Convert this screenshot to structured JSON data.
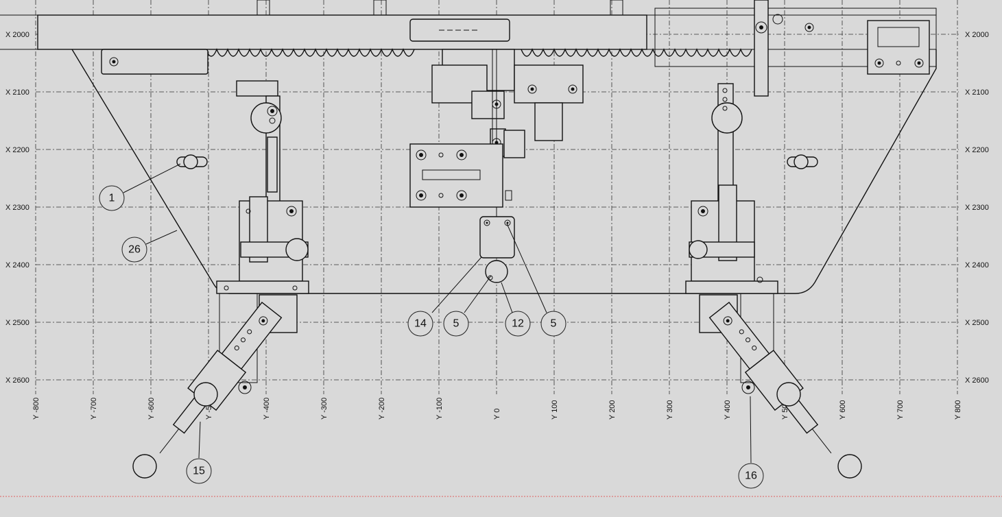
{
  "grid": {
    "x_labels": [
      "X 2000",
      "X 2100",
      "X 2200",
      "X 2300",
      "X 2400",
      "X 2500",
      "X 2600"
    ],
    "y_labels": [
      "Y -800",
      "Y -700",
      "Y -600",
      "Y -500",
      "Y -400",
      "Y -300",
      "Y -200",
      "Y -100",
      "Y 0",
      "Y 100",
      "Y 200",
      "Y 300",
      "Y 400",
      "Y 500",
      "Y 600",
      "Y 700",
      "Y 800"
    ]
  },
  "balloons": [
    {
      "id": "b1",
      "label": "1"
    },
    {
      "id": "b26",
      "label": "26"
    },
    {
      "id": "b14",
      "label": "14"
    },
    {
      "id": "b5a",
      "label": "5"
    },
    {
      "id": "b12",
      "label": "12"
    },
    {
      "id": "b5b",
      "label": "5"
    },
    {
      "id": "b15",
      "label": "15"
    },
    {
      "id": "b16",
      "label": "16"
    }
  ],
  "colors": {
    "background": "#d9d9d9",
    "line": "#111111",
    "footer_line": "#e06060"
  }
}
